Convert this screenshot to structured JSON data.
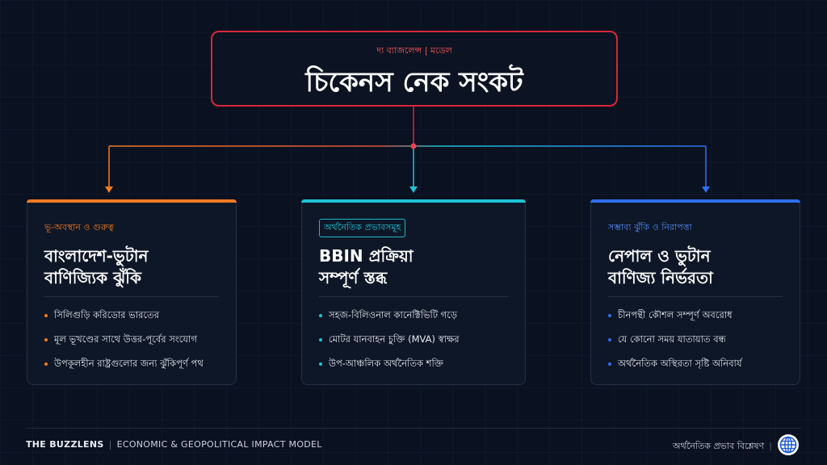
{
  "header": {
    "subtitle": "দ্য ব্যাজলেন্স | মডেল",
    "title": "চিকেনস নেক সংকট"
  },
  "cards": [
    {
      "tag": "ভূ-অবস্থান ও গুরুত্ব",
      "heading_line1": "বাংলাদেশ-ভুটান",
      "heading_line2": "বাণিজ্যিক ঝুঁকি",
      "accent": "#f47a22",
      "items": [
        "সিলিগুড়ি করিডোর ভারতের",
        "মূল ভূখণ্ডের সাথে উত্তর-পূর্বের সংযোগ",
        "উপকূলহীন রাষ্ট্রগুলোর জন্য ঝুঁকিপূর্ণ পথ"
      ]
    },
    {
      "tag": "অর্থনৈতিক প্রভাবসমূহ",
      "heading_line1": "BBIN প্রক্রিয়া",
      "heading_line2": "সম্পূর্ণ স্তব্ধ",
      "accent": "#1fc3d6",
      "items": [
        "সহজ-বিলিওনাল কানেক্টিভিটি গড়ে",
        "মোটর যানবাহন চুক্তি (MVA) স্বাক্ষর",
        "উপ-আঞ্চলিক অর্থনৈতিক শক্তি"
      ]
    },
    {
      "tag": "সম্ভাব্য ঝুঁকি ও নিরাপত্তা",
      "heading_line1": "নেপাল ও ভুটান",
      "heading_line2": "বাণিজ্য নির্ভরতা",
      "accent": "#2f6ff0",
      "items": [
        "চীনপন্থী কৌশল সম্পূর্ণ অবরোধ",
        "যে কোনো সময় যাতায়াত বন্ধ",
        "অর্থনৈতিক অস্থিরতা সৃষ্টি অনিবার্য"
      ]
    }
  ],
  "footer": {
    "brand": "THE BUZZLENS",
    "model": "ECONOMIC & GEOPOLITICAL IMPACT MODEL",
    "right_text": "অর্থনৈতিক প্রভাব বিশ্লেষণ",
    "globe_icon": "globe-icon"
  },
  "colors": {
    "title_border": "#d5283a",
    "connector_red": "#d5283a",
    "background": "#0a1120"
  }
}
